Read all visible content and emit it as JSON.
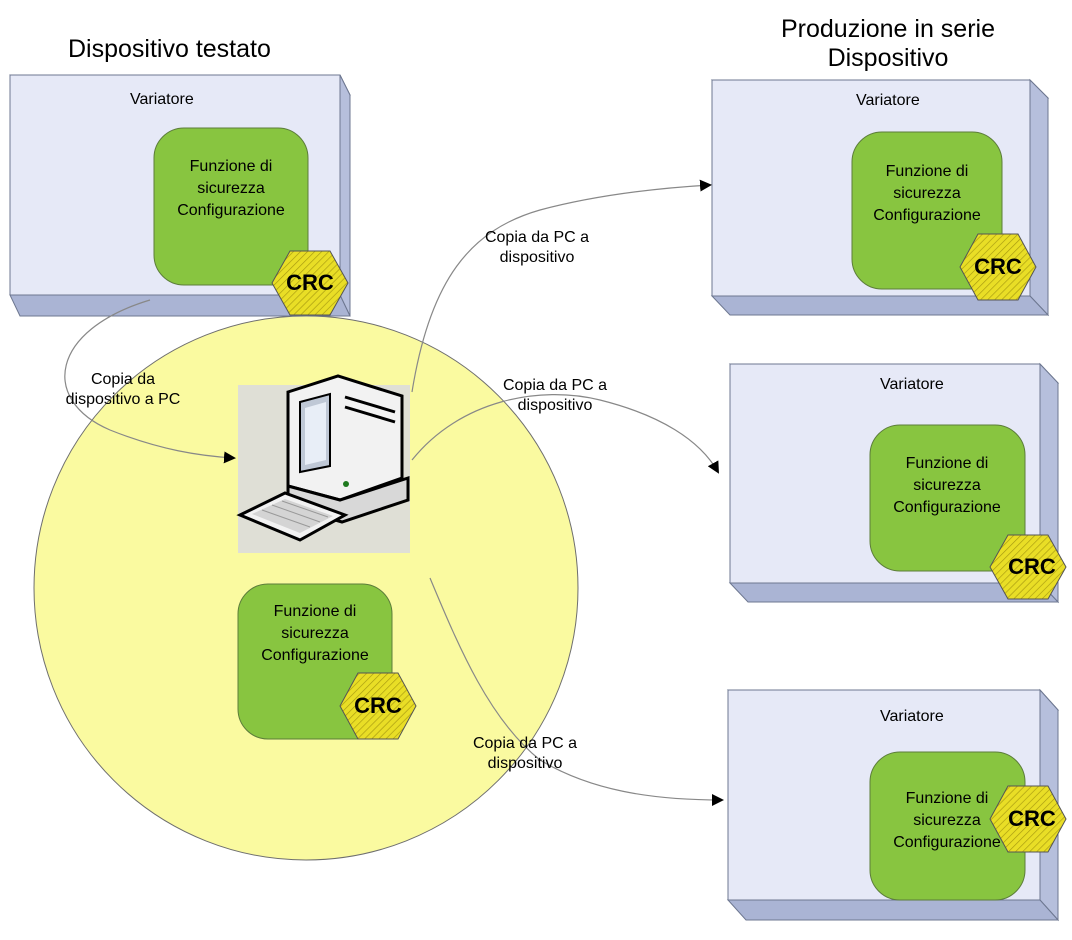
{
  "titles": {
    "left": "Dispositivo testato",
    "right_line1": "Produzione in serie",
    "right_line2": "Dispositivo"
  },
  "device_box": {
    "title": "Variatore"
  },
  "function_block": {
    "line1": "Funzione di",
    "line2": "sicurezza",
    "line3": "Configurazione",
    "crc": "CRC"
  },
  "arrows": {
    "to_pc_line1": "Copia da",
    "to_pc_line2": "dispositivo a PC",
    "to_device_line1": "Copia da PC a",
    "to_device_line2": "dispositivo"
  },
  "colors": {
    "box_face": "#e6e9f7",
    "box_side": "#b6bfdc",
    "box_border": "#6d7790",
    "function_fill": "#88c540",
    "circle_fill": "#fafaa0",
    "crc_fill": "#e7da23"
  }
}
